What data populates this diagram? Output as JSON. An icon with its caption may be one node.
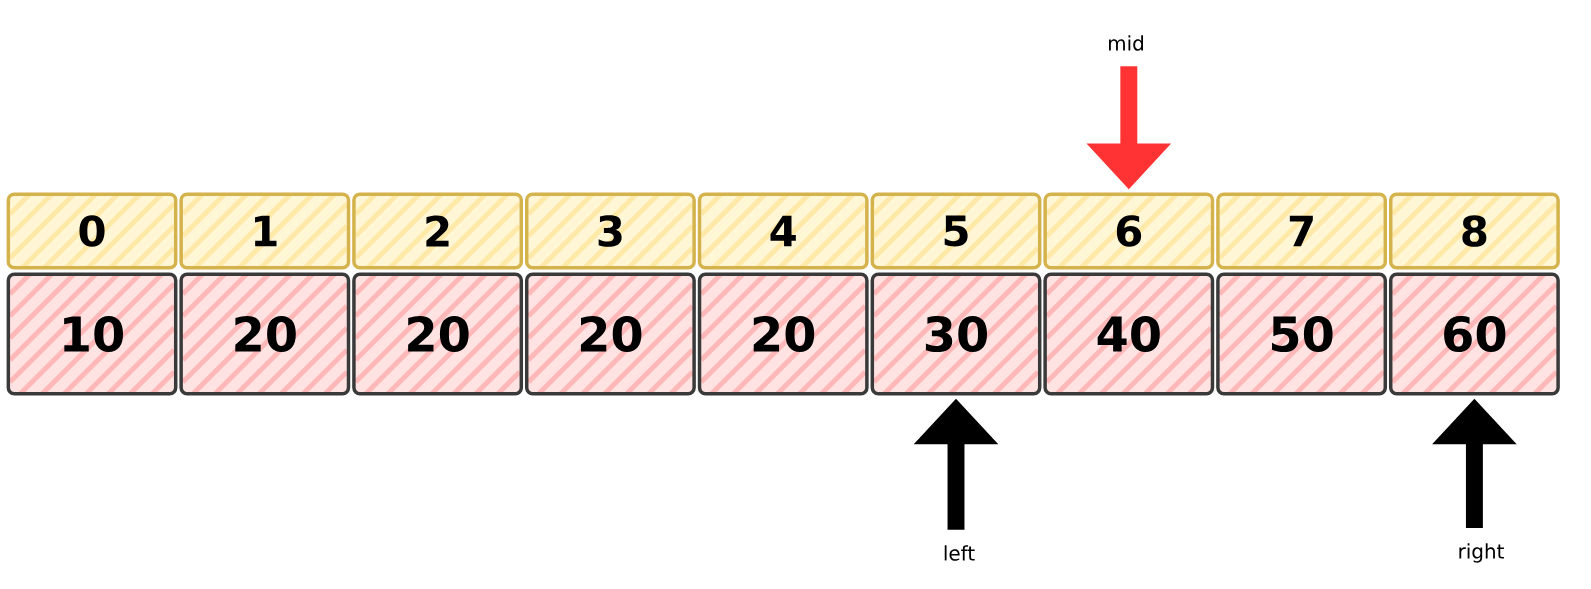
{
  "diagram": {
    "nodes": [
      {
        "text": [
          "mid"
        ]
      },
      {
        "text": [
          "0"
        ]
      },
      {
        "text": [
          "1"
        ]
      },
      {
        "text": [
          "2"
        ]
      },
      {
        "text": [
          "3"
        ]
      },
      {
        "text": [
          "4"
        ]
      },
      {
        "text": [
          "5"
        ]
      },
      {
        "text": [
          "6"
        ]
      },
      {
        "text": [
          "7"
        ]
      },
      {
        "text": [
          "8"
        ]
      },
      {
        "text": [
          "10"
        ]
      },
      {
        "text": [
          "20"
        ]
      },
      {
        "text": [
          "20"
        ]
      },
      {
        "text": [
          "20"
        ]
      },
      {
        "text": [
          "20"
        ]
      },
      {
        "text": [
          "30"
        ]
      },
      {
        "text": [
          "40"
        ]
      },
      {
        "text": [
          "50"
        ]
      },
      {
        "text": [
          "60"
        ]
      },
      {
        "text": [
          "left"
        ]
      },
      {
        "text": [
          "right"
        ]
      }
    ],
    "edges": [
      {
        "from": 0,
        "to": 7,
        "arrow": "to",
        "color": "#ff3333"
      },
      {
        "from": 19,
        "to": 15,
        "arrow": "to"
      },
      {
        "from": 20,
        "to": 18,
        "arrow": "to"
      }
    ]
  }
}
